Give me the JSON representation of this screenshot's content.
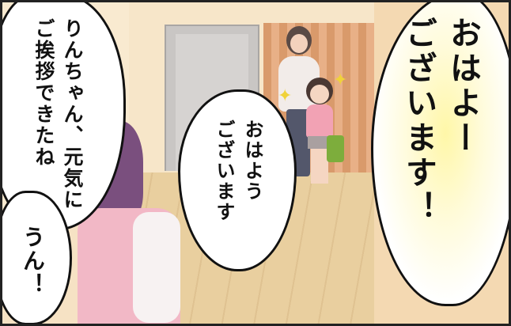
{
  "scene": {
    "speech_right": [
      "おはよー",
      "ございます！"
    ],
    "speech_left": [
      "りんちゃん、元気に",
      "ご挨拶できたね"
    ],
    "speech_middle": [
      "おはよう",
      "ございます"
    ],
    "speech_small": "うん！"
  },
  "colors": {
    "wall": "#f7e6c9",
    "floor": "#e9cf9f",
    "highlight": "#fff7a8",
    "teacher_hair": "#7a4f7e",
    "teacher_apron": "#f2b8c6"
  },
  "icons": [
    "sparkle-icon"
  ]
}
